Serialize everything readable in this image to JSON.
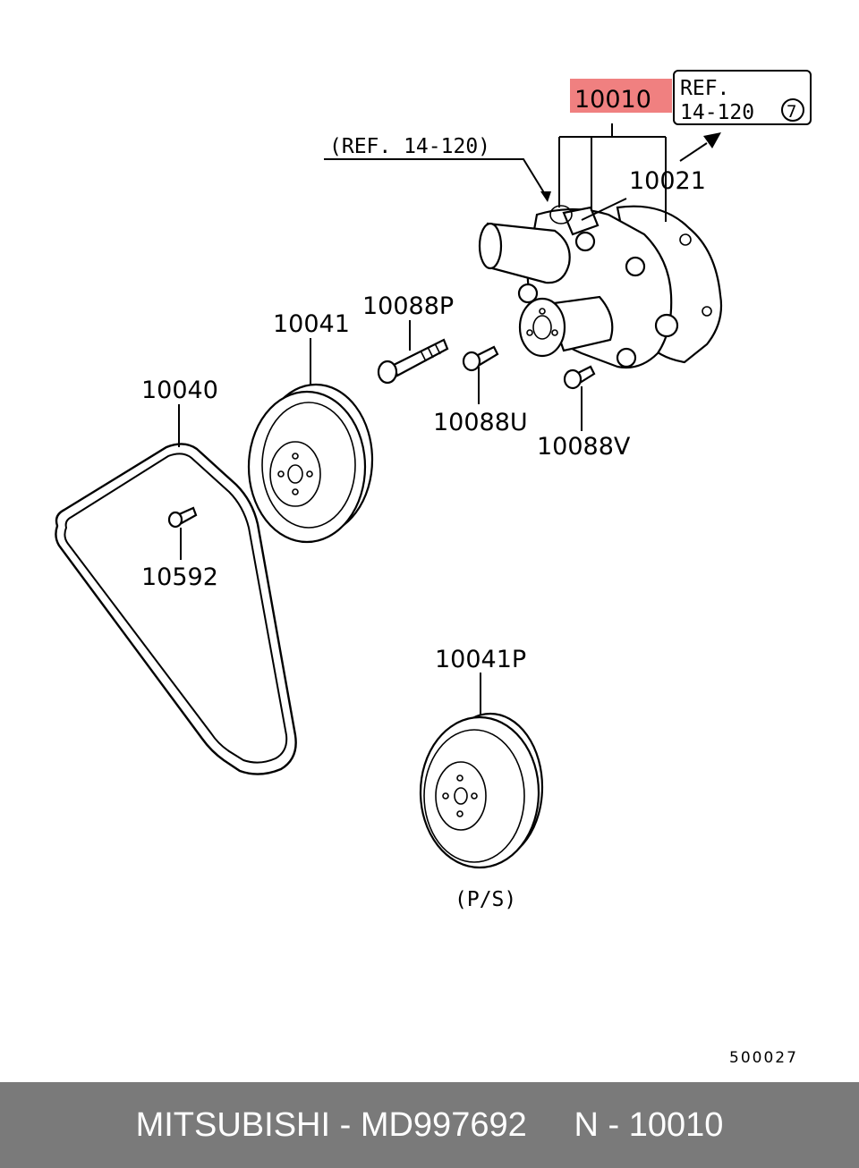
{
  "diagram": {
    "callouts": {
      "highlighted": "10010",
      "ref_box_line1": "REF.",
      "ref_box_line2": "14-120",
      "ref_box_circle": "7",
      "ref_note": "(REF. 14-120)",
      "gasket": "10021",
      "bolt_long": "10088P",
      "bolt_u": "10088U",
      "bolt_v": "10088V",
      "pulley": "10041",
      "belt": "10040",
      "bolt_small": "10592",
      "ps_pulley": "10041P",
      "ps_label": "(P/S)"
    },
    "code": "500027"
  },
  "footer": {
    "text": "MITSUBISHI - MD997692     N - 10010"
  },
  "colors": {
    "highlight": "#f08080",
    "footer_bg": "#7a7a7a",
    "footer_text": "#ffffff"
  }
}
